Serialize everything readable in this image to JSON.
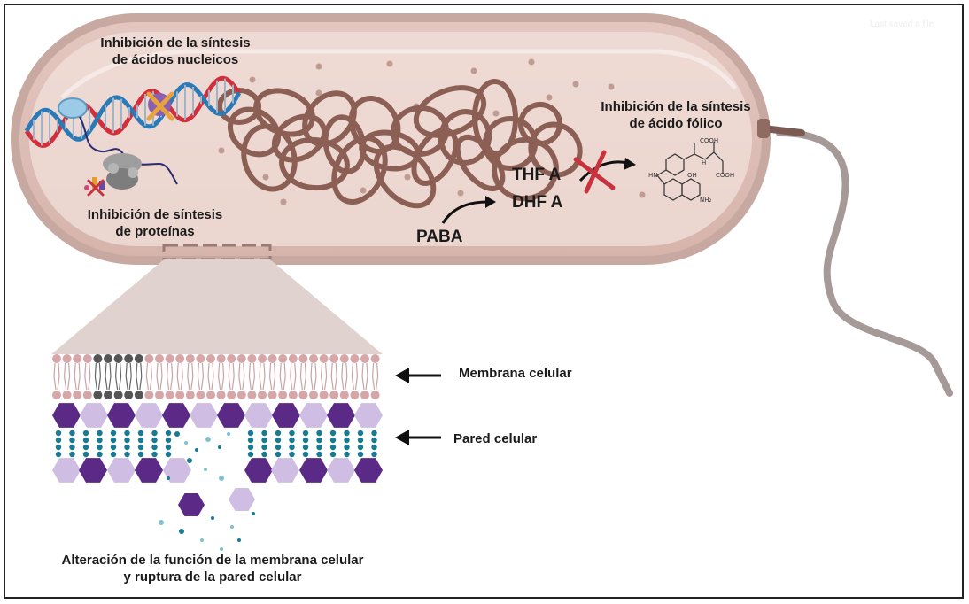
{
  "watermark": "Last saved a file",
  "labels": {
    "nucleic_line1": "Inhibición de la síntesis",
    "nucleic_line2": "de ácidos nucleicos",
    "protein_line1": "Inhibición de síntesis",
    "protein_line2": "de proteínas",
    "folic_line1": "Inhibición de la síntesis",
    "folic_line2": "de ácido fólico",
    "thfa": "THF A",
    "dhfa": "DHF A",
    "paba": "PABA",
    "membrane": "Membrana celular",
    "wall": "Pared celular",
    "bottom_line1": "Alteración de la función de la membrana celular",
    "bottom_line2": "y ruptura de la pared celular"
  },
  "chem_labels": {
    "cooh1": "COOH",
    "cooh2": "COOH",
    "oh": "OH",
    "hn": "HN",
    "h": "H",
    "nh2": "NH₂"
  },
  "colors": {
    "cell_body": "#dcbcb4",
    "cell_outline": "#c3a49c",
    "dna_red": "#d22f3a",
    "dna_blue": "#2a7ab8",
    "chromosome": "#8c5f55",
    "flagellum": "#a69a98",
    "hexagon_dark": "#5b2a86",
    "hexagon_light": "#cfbde3",
    "peptide_teal": "#1a7a92",
    "lipid_head": "#d6a6a8",
    "inhibit_x": "#c8323c"
  },
  "icons": {
    "inhibit_mark": "red-x-icon",
    "ribosome": "ribosome-icon",
    "arrow": "arrow-icon"
  }
}
